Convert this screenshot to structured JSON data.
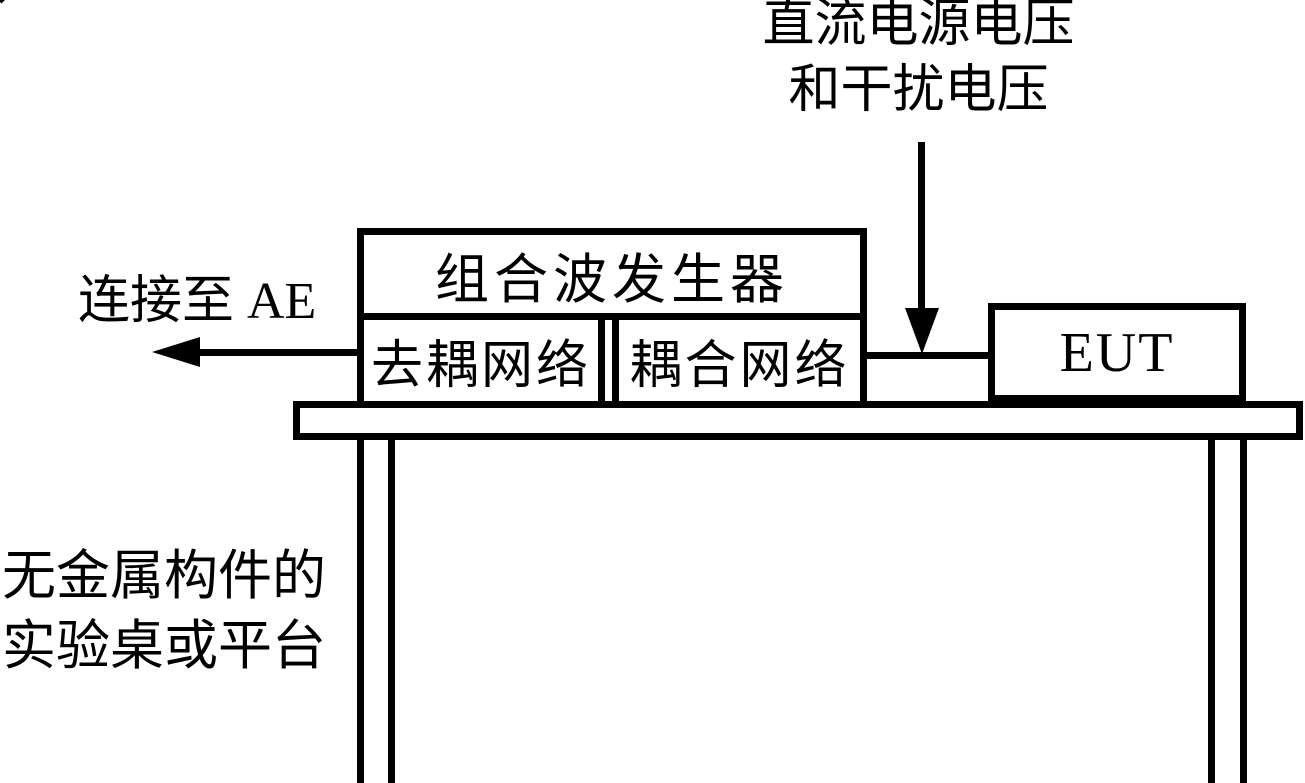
{
  "diagram": {
    "title_context": "surge-immunity-test-setup",
    "colors": {
      "line": "#000000",
      "background": "#ffffff"
    },
    "top_label": {
      "line1": "直流电源电压",
      "line2": "和干扰电压"
    },
    "left_label": "连接至 AE",
    "bottom_label": {
      "line1": "无金属构件的",
      "line2": "实验桌或平台"
    },
    "boxes": {
      "generator": "组合波发生器",
      "decoupling": "去耦网络",
      "coupling": "耦合网络",
      "eut": "EUT"
    }
  }
}
